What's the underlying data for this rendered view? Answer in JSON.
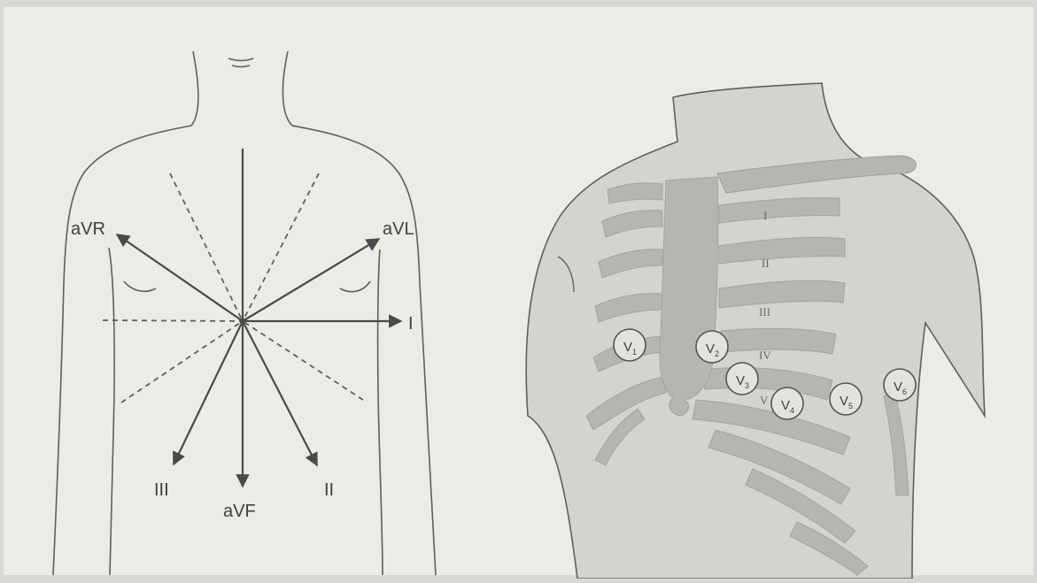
{
  "limb_leads": {
    "aVR": "aVR",
    "aVL": "aVL",
    "I": "I",
    "II": "II",
    "III": "III",
    "aVF": "aVF"
  },
  "intercostal_spaces": [
    "I",
    "II",
    "III",
    "IV",
    "V"
  ],
  "precordial_leads": [
    {
      "base": "V",
      "sub": "1"
    },
    {
      "base": "V",
      "sub": "2"
    },
    {
      "base": "V",
      "sub": "3"
    },
    {
      "base": "V",
      "sub": "4"
    },
    {
      "base": "V",
      "sub": "5"
    },
    {
      "base": "V",
      "sub": "6"
    }
  ],
  "colors": {
    "paper": "#ecebe5",
    "outline": "#5f5f5f",
    "arrow": "#4a4a4a",
    "skin": "#d3d3cf",
    "bone": "#b6b6b1"
  }
}
